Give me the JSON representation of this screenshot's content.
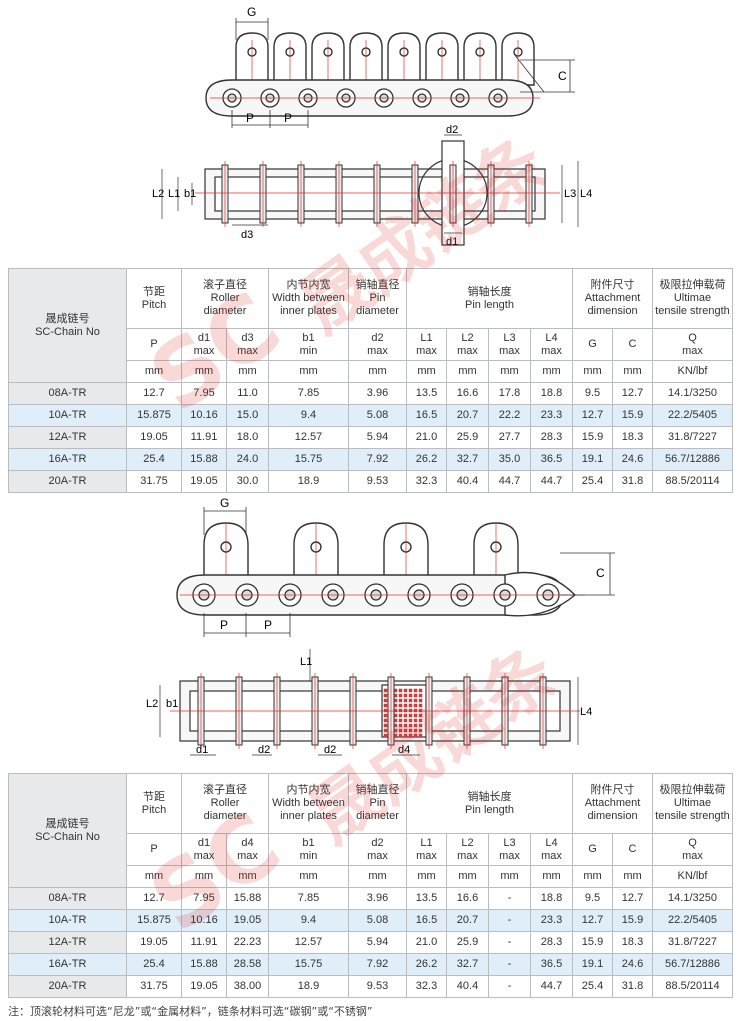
{
  "diagram_labels": {
    "G": "G",
    "P": "P",
    "C": "C",
    "d1": "d1",
    "d2": "d2",
    "d3": "d3",
    "d4": "d4",
    "b1": "b1",
    "L1": "L1",
    "L2": "L2",
    "L3": "L3",
    "L4": "L4"
  },
  "table_headers": {
    "chain_no": [
      "晟成链号",
      "SC-Chain No"
    ],
    "pitch": [
      "节距",
      "Pitch"
    ],
    "roller": [
      "滚子直径",
      "Roller",
      "diameter"
    ],
    "width": [
      "内节内宽",
      "Width between",
      "inner plates"
    ],
    "pin_dia": [
      "销轴直径",
      "Pin",
      "diameter"
    ],
    "pin_len": [
      "销轴长度",
      "Pin length"
    ],
    "attach": [
      "附件尺寸",
      "Attachment",
      "dimension"
    ],
    "tensile": [
      "极限拉伸载荷",
      "Ultimae",
      "tensile strength"
    ]
  },
  "table1": {
    "sub": [
      "P",
      "d1 max",
      "d3 max",
      "b1 min",
      "d2 max",
      "L1 max",
      "L2 max",
      "L3 max",
      "L4 max",
      "G",
      "C",
      "Q max"
    ],
    "units": [
      "mm",
      "mm",
      "mm",
      "mm",
      "mm",
      "mm",
      "mm",
      "mm",
      "mm",
      "mm",
      "mm",
      "KN/lbf"
    ],
    "rows": [
      [
        "08A-TR",
        "12.7",
        "7.95",
        "11.0",
        "7.85",
        "3.96",
        "13.5",
        "16.6",
        "17.8",
        "18.8",
        "9.5",
        "12.7",
        "14.1/3250"
      ],
      [
        "10A-TR",
        "15.875",
        "10.16",
        "15.0",
        "9.4",
        "5.08",
        "16.5",
        "20.7",
        "22.2",
        "23.3",
        "12.7",
        "15.9",
        "22.2/5405"
      ],
      [
        "12A-TR",
        "19.05",
        "11.91",
        "18.0",
        "12.57",
        "5.94",
        "21.0",
        "25.9",
        "27.7",
        "28.3",
        "15.9",
        "18.3",
        "31.8/7227"
      ],
      [
        "16A-TR",
        "25.4",
        "15.88",
        "24.0",
        "15.75",
        "7.92",
        "26.2",
        "32.7",
        "35.0",
        "36.5",
        "19.1",
        "24.6",
        "56.7/12886"
      ],
      [
        "20A-TR",
        "31.75",
        "19.05",
        "30.0",
        "18.9",
        "9.53",
        "32.3",
        "40.4",
        "44.7",
        "44.7",
        "25.4",
        "31.8",
        "88.5/20114"
      ]
    ]
  },
  "table2": {
    "sub": [
      "P",
      "d1 max",
      "d4 max",
      "b1 min",
      "d2 max",
      "L1 max",
      "L2 max",
      "L3 max",
      "L4 max",
      "G",
      "C",
      "Q max"
    ],
    "units": [
      "mm",
      "mm",
      "mm",
      "mm",
      "mm",
      "mm",
      "mm",
      "mm",
      "mm",
      "mm",
      "mm",
      "KN/lbf"
    ],
    "rows": [
      [
        "08A-TR",
        "12.7",
        "7.95",
        "15.88",
        "7.85",
        "3.96",
        "13.5",
        "16.6",
        "-",
        "18.8",
        "9.5",
        "12.7",
        "14.1/3250"
      ],
      [
        "10A-TR",
        "15.875",
        "10.16",
        "19.05",
        "9.4",
        "5.08",
        "16.5",
        "20.7",
        "-",
        "23.3",
        "12.7",
        "15.9",
        "22.2/5405"
      ],
      [
        "12A-TR",
        "19.05",
        "11.91",
        "22.23",
        "12.57",
        "5.94",
        "21.0",
        "25.9",
        "-",
        "28.3",
        "15.9",
        "18.3",
        "31.8/7227"
      ],
      [
        "16A-TR",
        "25.4",
        "15.88",
        "28.58",
        "15.75",
        "7.92",
        "26.2",
        "32.7",
        "-",
        "36.5",
        "19.1",
        "24.6",
        "56.7/12886"
      ],
      [
        "20A-TR",
        "31.75",
        "19.05",
        "38.00",
        "18.9",
        "9.53",
        "32.3",
        "40.4",
        "-",
        "44.7",
        "25.4",
        "31.8",
        "88.5/20114"
      ]
    ]
  },
  "footnote": "注：顶滚轮材料可选“尼龙”或“金属材料”，链条材料可选“碳钢”或“不锈钢”",
  "watermark": [
    "SC",
    "晟成链条",
    "®"
  ]
}
